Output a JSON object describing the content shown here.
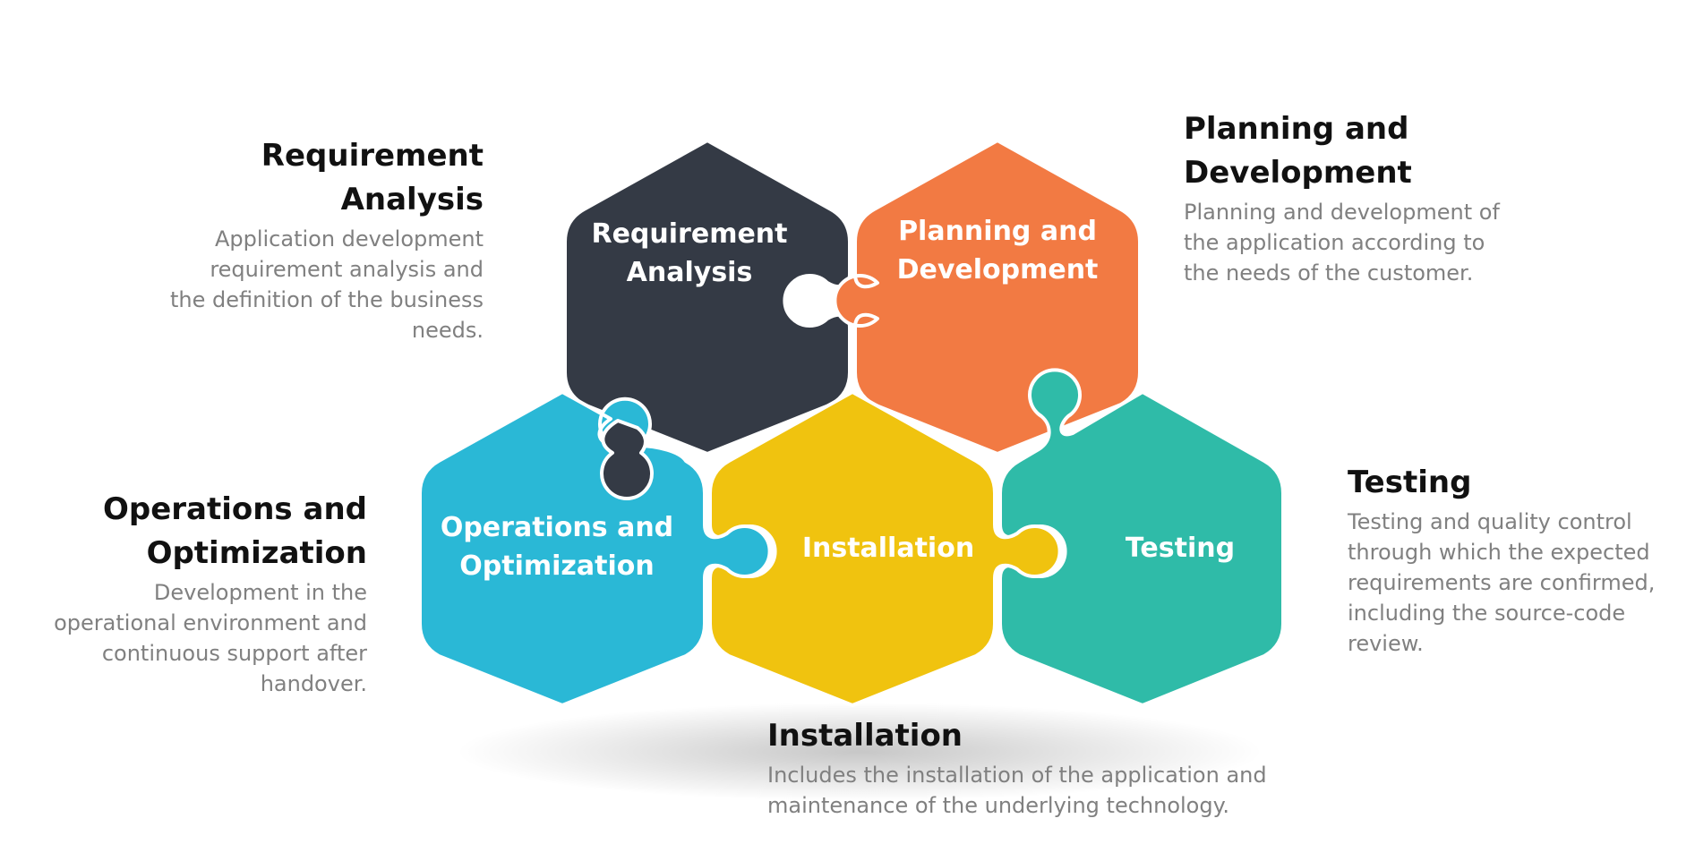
{
  "colors": {
    "requirement": "#343a45",
    "planning": "#f27a43",
    "operations": "#2ab8d6",
    "installation": "#f0c30f",
    "testing": "#2fbba8",
    "description": "#808080",
    "heading": "#111111"
  },
  "pieces": {
    "requirement": "Requirement Analysis",
    "planning": "Planning and Development",
    "operations": "Operations and Optimization",
    "installation": "Installation",
    "testing": "Testing"
  },
  "annotations": {
    "requirement": {
      "title": "Requirement Analysis",
      "description": "Application development requirement analysis and the definition of the business needs."
    },
    "planning": {
      "title": "Planning and Development",
      "description": "Planning and development of the application according to the needs of the customer."
    },
    "operations": {
      "title": "Operations and Optimization",
      "description": "Development in the operational environment and continuous support after handover."
    },
    "installation": {
      "title": "Installation",
      "description": "Includes the installation of the application and maintenance of the underlying technology."
    },
    "testing": {
      "title": "Testing",
      "description": "Testing and quality control through which the expected requirements are confirmed, including the source-code review."
    }
  }
}
